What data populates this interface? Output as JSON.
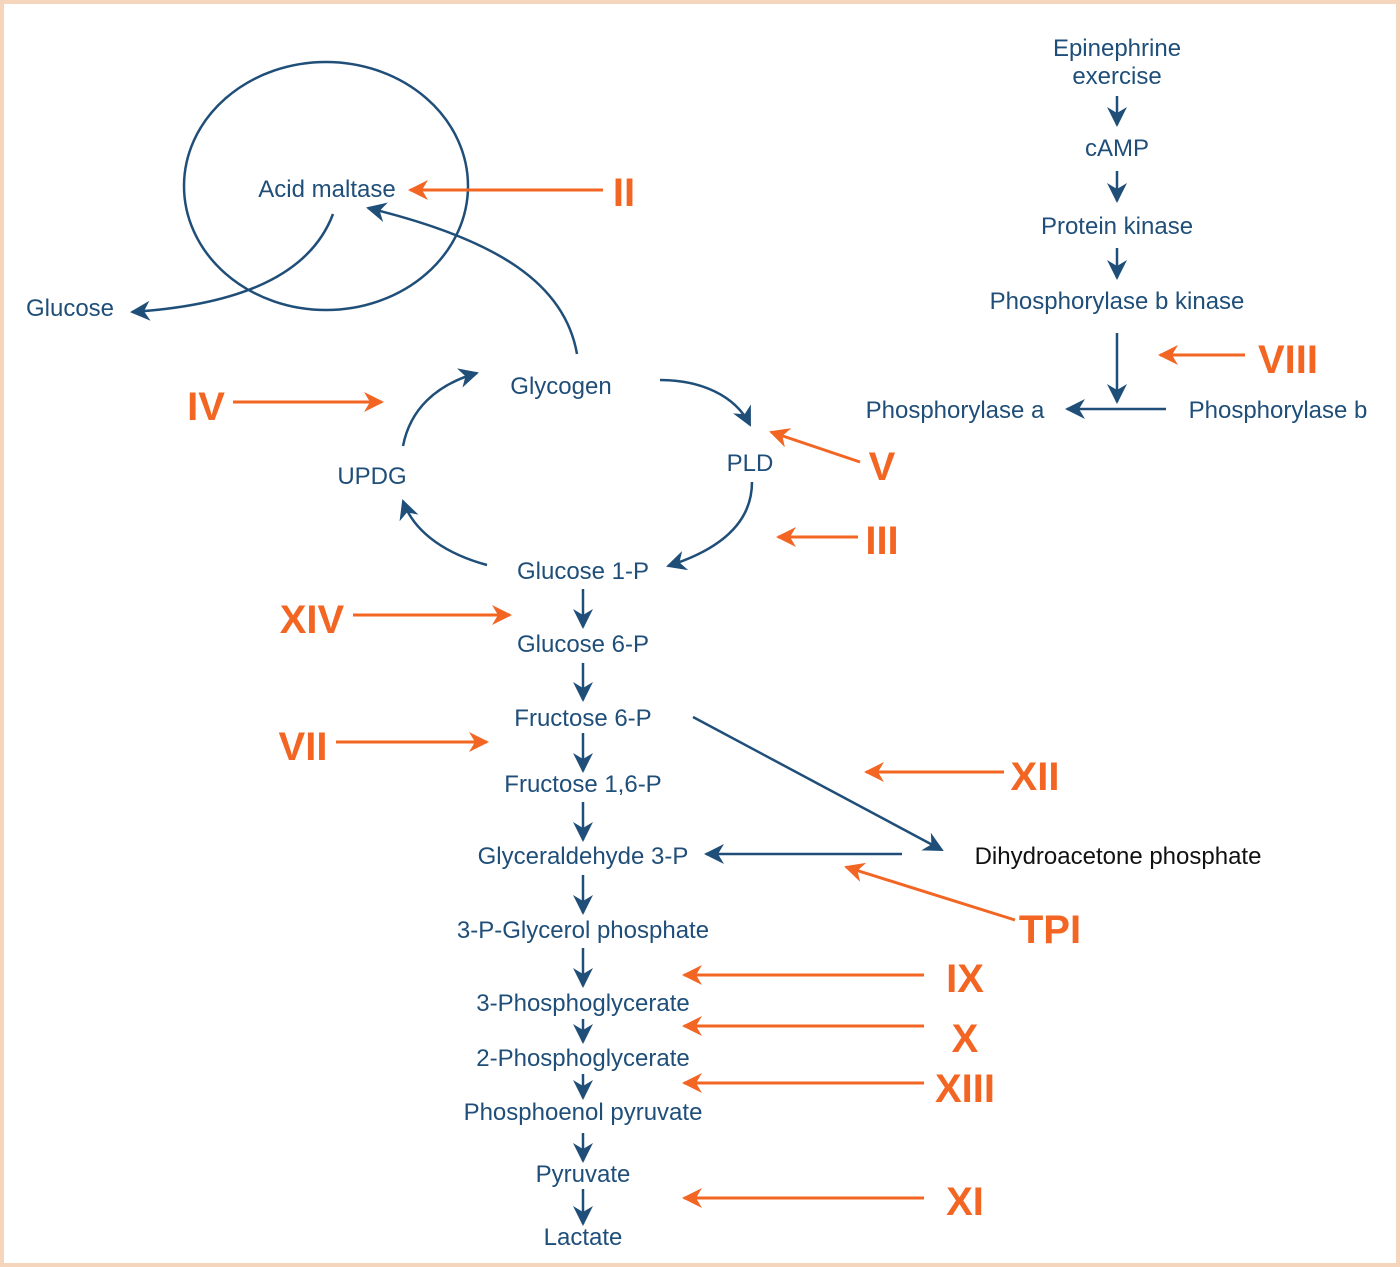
{
  "colors": {
    "pathway": "#1f4e79",
    "enzyme": "#f26522",
    "border": "#f6d5bd",
    "dhap_text": "#111111"
  },
  "nodes": {
    "acid_maltase": "Acid maltase",
    "glucose": "Glucose",
    "glycogen": "Glycogen",
    "updg": "UPDG",
    "pld": "PLD",
    "glucose_1p": "Glucose 1-P",
    "glucose_6p": "Glucose 6-P",
    "fructose_6p": "Fructose 6-P",
    "fructose_16p": "Fructose 1,6-P",
    "glyceraldehyde_3p": "Glyceraldehyde 3-P",
    "dhap": "Dihydroacetone phosphate",
    "glycerol_phosphate": "3-P-Glycerol phosphate",
    "pg3": "3-Phosphoglycerate",
    "pg2": "2-Phosphoglycerate",
    "pep": "Phosphoenol pyruvate",
    "pyruvate": "Pyruvate",
    "lactate": "Lactate",
    "epinephrine": "Epinephrine",
    "exercise": "exercise",
    "camp": "cAMP",
    "protein_kinase": "Protein kinase",
    "phosphorylase_b_kinase": "Phosphorylase b kinase",
    "phosphorylase_a": "Phosphorylase a",
    "phosphorylase_b": "Phosphorylase b"
  },
  "enzymes": {
    "II": "II",
    "III": "III",
    "IV": "IV",
    "V": "V",
    "VII": "VII",
    "VIII": "VIII",
    "IX": "IX",
    "X": "X",
    "XI": "XI",
    "XII": "XII",
    "XIII": "XIII",
    "XIV": "XIV",
    "TPI": "TPI"
  }
}
